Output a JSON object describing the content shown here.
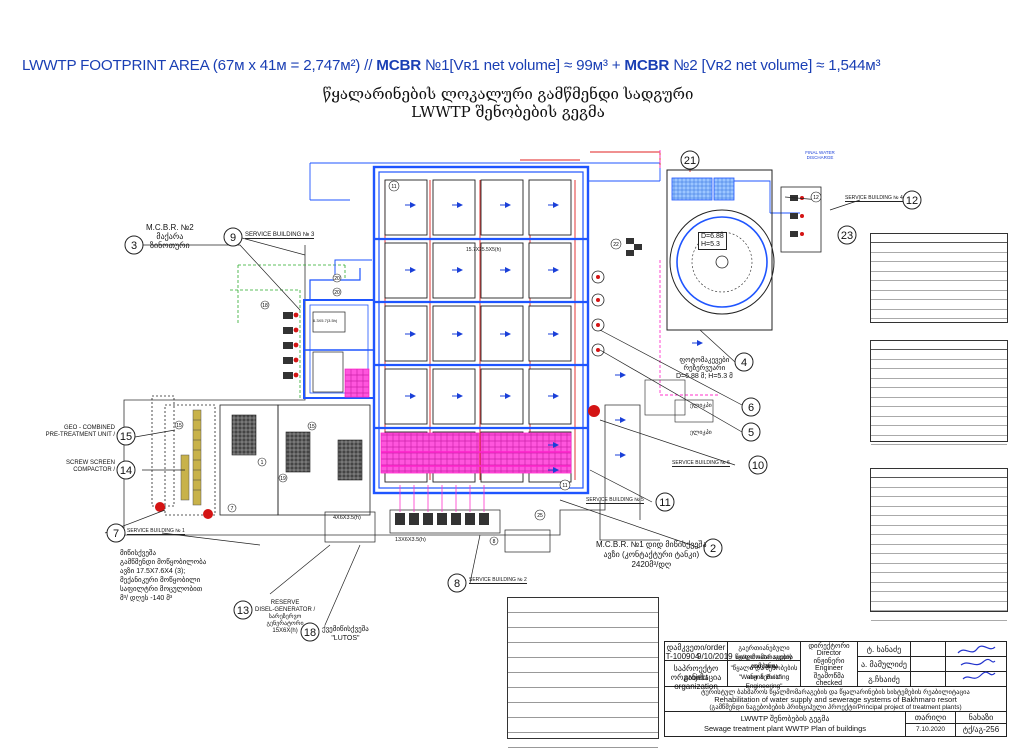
{
  "header": {
    "title_part1": "LWWTP FOOTPRINT AREA (67м x 41м = 2,747м²) // ",
    "title_mcbr1": "MCBR",
    "title_part2": " №1[Vʀ1 net volume] ≈ 99м³ + ",
    "title_mcbr2": "MCBR",
    "title_part3": " №2 [Vʀ2 net volume] ≈ 1,544м³",
    "georgian_line1": "წყალარინების ლოკალური გამწმენდი სადგური",
    "georgian_line2": "LWWTP შენობების გეგმა"
  },
  "callouts": {
    "n3_title": "M.C.B.R. №2",
    "n3_sub1": "მაქარა",
    "n3_sub2": "ზინოთური",
    "n9": "SERVICE BUILDING № 3",
    "n12": "SERVICE BUILDING № 4",
    "final_water": "FINAL WATER DISCHARGE",
    "n4_a": "ფოტომაკევები",
    "n4_b": "რეზერვუარი",
    "n4_c": "D=6.88 მ; H=5.3 მ",
    "n6": "ელიკპი",
    "n5": "ელიკპი",
    "n10": "SERVICE BUILDING № 6",
    "n11": "SERVICE BUILDING № 5",
    "n2_a": "M.C.B.R. №1 დიდ მიწისქვეშა",
    "n2_b": "ავზი (კონტაქტური ტანკი)",
    "n2_c": "2420მ³/დღ",
    "n8": "SERVICE BUILDING № 2",
    "n7": "SERVICE BUILDING № 1",
    "n13_a": "RESERVE",
    "n13_b": "DISEL-GENERATOR /",
    "n13_c": "სარეზერვო",
    "n13_d": "გენერატორი",
    "n13_e": "15X6X(h)",
    "n18_a": "ქვემიწისქვეშა",
    "n18_b": "\"LUTOS\"",
    "n15_a": "GEO - COMBINED",
    "n15_b": "PRE-TREATMENT UNIT /",
    "n14_a": "SCREW SCREEN",
    "n14_b": "COMPACTOR /",
    "left_note_1": "მიწისქვეშა",
    "left_note_2": "გამწმენდი მოწყობილობა",
    "left_note_3": "ავზი 17.5X7.6X4 (3);",
    "left_note_4": "მექანიკური მოწყობილი",
    "left_note_5": "საფილტრი მოცულობით",
    "left_note_6": "მ³/ დღეს -140 მ³"
  },
  "tank_labels": {
    "d": "D=6.88",
    "h": "H=5.3",
    "inner": "15.7X25.5X5(h)",
    "dims_left": "6.3X5.7(3.5h)",
    "gen_box": "4X6X3.5(h)",
    "pump_box": "13X6X3.5(h)"
  },
  "numbers": [
    "1",
    "2",
    "3",
    "4",
    "5",
    "6",
    "7",
    "8",
    "9",
    "10",
    "11",
    "12",
    "13",
    "14",
    "15",
    "18",
    "19",
    "20",
    "21",
    "22",
    "23",
    "25"
  ],
  "title_block": {
    "order_label": "დამკვეთი/order",
    "order_no": "T-100904",
    "order_date": "9/10/2019",
    "company_ge": "გაერთიანებული წყალმომარაგების კომპანია",
    "company_en": "united water supply company",
    "design_ge": "\"წყალი და შენობების ინჟინერია\"",
    "design_en": "\"Water & Building Engineering\"",
    "proj_org_ge": "საპროექტო ორგანიზაცია",
    "proj_org_en": "project organization",
    "director_ge": "დირექტორი",
    "director_en": "Director",
    "director_name": "ტ. ხანაძე",
    "engineer_ge": "ინჟინერი",
    "engineer_en": "Engineer",
    "engineer_name": "ა. მამულიძე",
    "checked_ge": "შეამოწმა",
    "checked_en": "checked",
    "checked_name": "გ.ჩხაიძე",
    "project_ge": "ტურისტულ ბახმაროს წყალმომარაგების და წყალარინების სისტემების რეაბილიტაცია",
    "project_en": "Rehabilitation of water supply and sewerage systems of Bakhmaro resort",
    "project_sub": "(გამწმენდი ნაგებობების პრინციპული პროექტი/Principal project of treatment plants)",
    "sheet_ge": "LWWTP შენობების გეგმა",
    "sheet_en": "Sewage treatment plant WWTP Plan of buildings",
    "date_label": "თარიღი",
    "date_value": "7.10.2020",
    "sheet_label": "ნახაზი",
    "sheet_no": "ტქ/აგ-256"
  }
}
